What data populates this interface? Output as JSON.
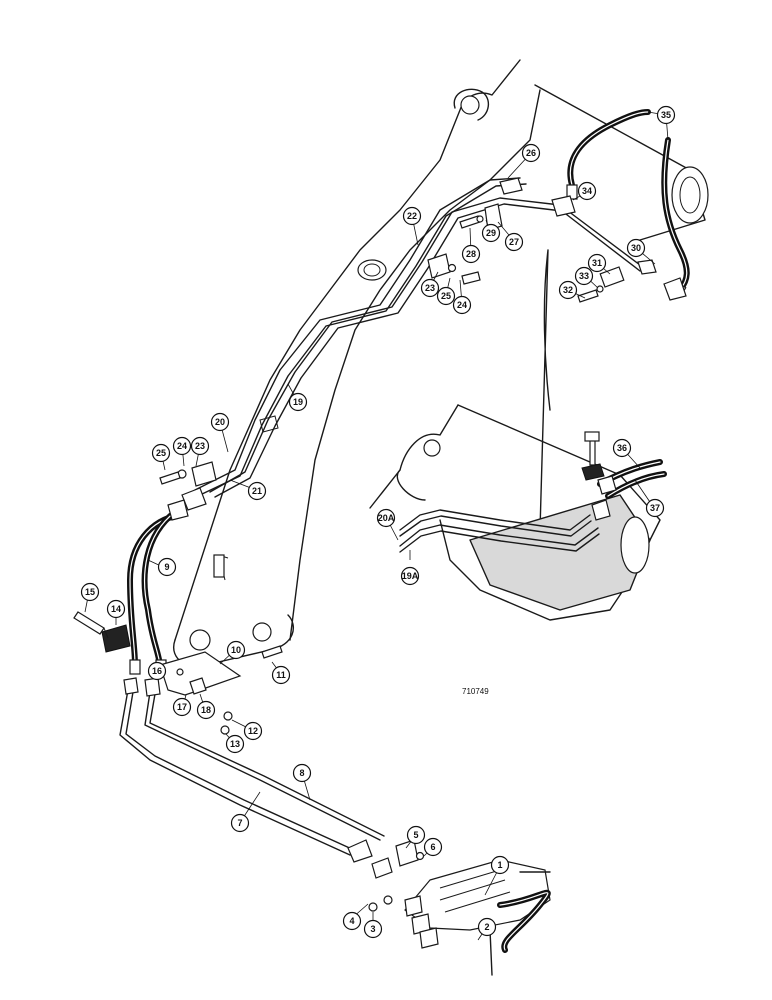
{
  "figure_number": "710749",
  "callouts": {
    "c1": "1",
    "c2": "2",
    "c3": "3",
    "c4": "4",
    "c5": "5",
    "c6": "6",
    "c7": "7",
    "c8": "8",
    "c9": "9",
    "c10": "10",
    "c11": "11",
    "c12": "12",
    "c13": "13",
    "c14": "14",
    "c15": "15",
    "c16": "16",
    "c17": "17",
    "c18": "18",
    "c19": "19",
    "c19a": "19A",
    "c20": "20",
    "c20a": "20A",
    "c21": "21",
    "c22": "22",
    "c23a": "23",
    "c23b": "23",
    "c24a": "24",
    "c24b": "24",
    "c25a": "25",
    "c25b": "25",
    "c26": "26",
    "c27": "27",
    "c28": "28",
    "c29": "29",
    "c30": "30",
    "c31": "31",
    "c32": "32",
    "c33": "33",
    "c34": "34",
    "c35": "35",
    "c36": "36",
    "c37": "37"
  }
}
